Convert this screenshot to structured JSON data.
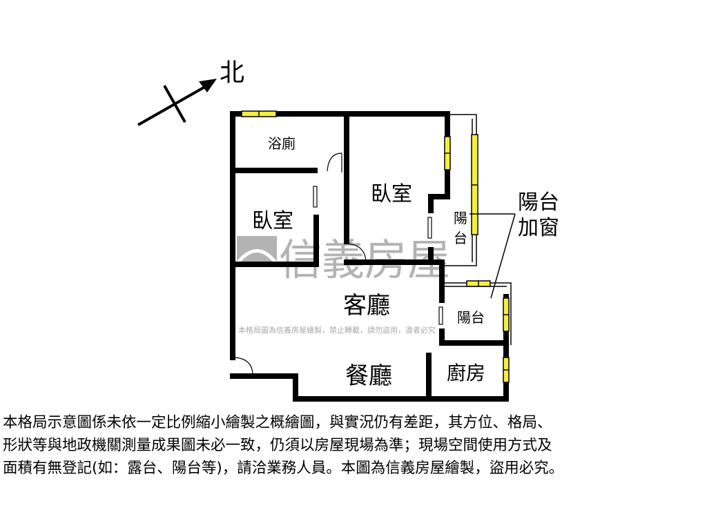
{
  "compass": {
    "label": "北"
  },
  "rooms": {
    "bath": "浴廁",
    "bedroom_left": "臥室",
    "bedroom_right": "臥室",
    "balcony_small_1": "陽",
    "balcony_small_2": "台",
    "living": "客廳",
    "balcony": "陽台",
    "dining": "餐廳",
    "kitchen": "廚房"
  },
  "callout": {
    "line1": "陽台",
    "line2": "加窗"
  },
  "watermark": {
    "brand": "信義房屋",
    "notice": "本格局圖為信義房屋繪製，禁止轉載，請勿盜用，違者必究"
  },
  "disclaimer": [
    "本格局示意圖係未依一定比例縮小繪製之概繪圖，與實況仍有差距，其方位、格局、",
    "形狀等與地政機關測量成果圖未必一致，仍須以房屋現場為準；現場空間使用方式及",
    "面積有無登記(如：露台、陽台等)，請洽業務人員。本圖為信義房屋繪製，盜用必究。"
  ],
  "colors": {
    "wall": "#000000",
    "window": "#f5f03c",
    "watermark": "#9a9a9a"
  }
}
